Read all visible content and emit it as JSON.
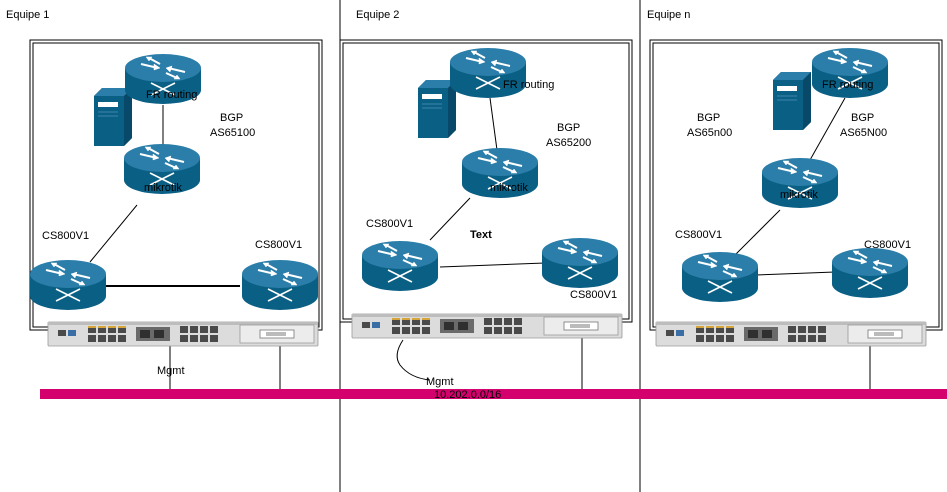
{
  "teams": [
    {
      "label": "Equipe 1",
      "bgp": "BGP",
      "as": "AS65100",
      "server": "FR routing",
      "router": "mikrotik",
      "cs_left": "CS800V1",
      "cs_right": "CS800V1"
    },
    {
      "label": "Equipe 2",
      "bgp": "BGP",
      "as": "AS65200",
      "server": "FR routing",
      "router": "mikrotik",
      "cs_left": "CS800V1",
      "cs_right": "CS800V1"
    },
    {
      "label": "Equipe n",
      "bgp": "BGP",
      "as": "AS65N00",
      "server": "FR routing",
      "router": "mikrotik",
      "cs_left": "CS800V1",
      "cs_right": "CS800V1",
      "bgp_alt": "BGP",
      "as_alt": "AS65n00"
    }
  ],
  "mgmt_label_1": "Mgmt",
  "mgmt_label_2": "Mgmt",
  "network": "10.202.0.0/16",
  "text_label": "Text",
  "colors": {
    "bus": "#d4006e",
    "router_top": "#2a7ea9",
    "router_body": "#0a5f84",
    "server": "#0a5f84",
    "chassis": "#dcdcdc",
    "port": "#4a4a4a",
    "port_amber": "#d7a63b"
  }
}
